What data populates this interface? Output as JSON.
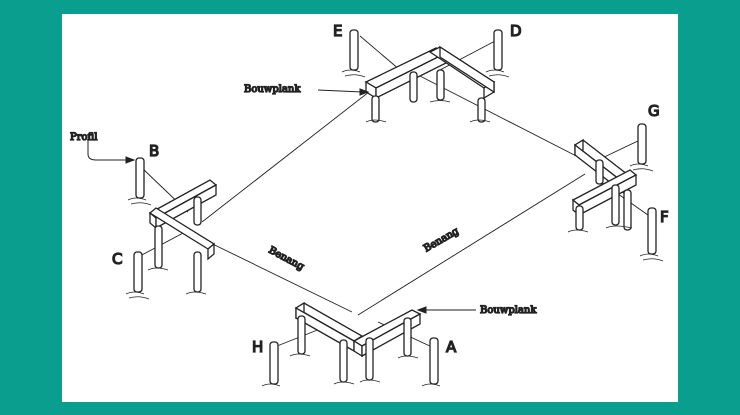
{
  "colors": {
    "background": "#0a9e8e",
    "paper": "#ffffff",
    "ink": "#222222"
  },
  "labels": {
    "profil": "Profil",
    "bouwplank_top": "Bouwplank",
    "bouwplank_bottom": "Bouwplank",
    "benang_left": "Benang",
    "benang_right": "Benang",
    "A": "A",
    "B": "B",
    "C": "C",
    "D": "D",
    "E": "E",
    "F": "F",
    "G": "G",
    "H": "H"
  }
}
